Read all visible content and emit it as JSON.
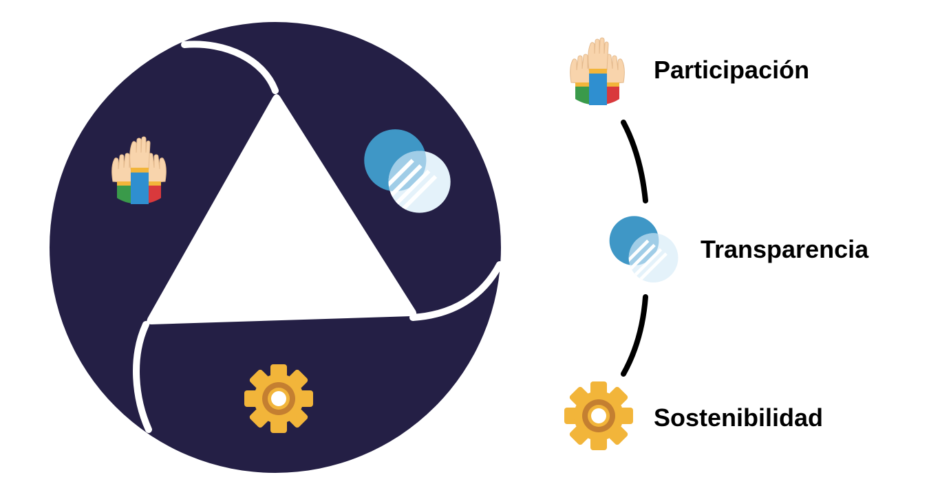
{
  "diagram": {
    "items": [
      {
        "key": "participation",
        "label": "Participación",
        "icon": "raised-hands-icon"
      },
      {
        "key": "transparency",
        "label": "Transparencia",
        "icon": "overlapping-circles-icon"
      },
      {
        "key": "sustainability",
        "label": "Sostenibilidad",
        "icon": "gear-icon"
      }
    ]
  },
  "colors": {
    "navy": "#241f45",
    "blue": "#3f97c6",
    "light_blue": "#e4f2fa",
    "gold": "#f2b53a",
    "brown": "#c47f31",
    "skin": "#f8d4ac",
    "sleeve_blue": "#2f8fd0",
    "green": "#3a9a4a",
    "red": "#d9393c",
    "connector": "#000000",
    "background": "#ffffff"
  }
}
